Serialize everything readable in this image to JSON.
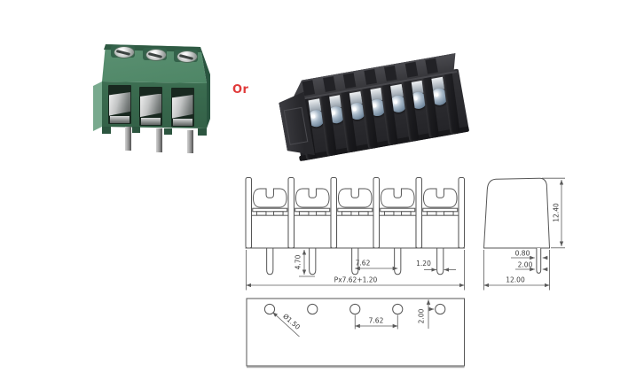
{
  "or_separator": {
    "label": "Or",
    "color": "#e03a3a"
  },
  "products": {
    "green_block": {
      "description": "3-pole green PCB screw terminal block",
      "poles": 3,
      "body_color": "#3f7355"
    },
    "black_block": {
      "description": "7-pole black barrier terminal block strip",
      "poles": 7,
      "body_color": "#2b2b2e",
      "screw_color": "#8099ae"
    }
  },
  "drawing": {
    "line_color": "#5a5a5a",
    "front_view": {
      "positions": 5,
      "dim_pin_length": "4.70",
      "dim_pitch": "7.62",
      "dim_pin_width": "1.20",
      "dim_overall_width": "Px7.62+1.20"
    },
    "side_view": {
      "dim_height": "12.40",
      "dim_pin_thickness": "0.80",
      "dim_pin_offset": "2.00",
      "dim_width": "12.00"
    },
    "bottom_view": {
      "holes": 5,
      "dim_hole_diameter": "Ø1.50",
      "dim_hole_pitch": "7.62",
      "dim_edge_distance": "2.00"
    }
  }
}
